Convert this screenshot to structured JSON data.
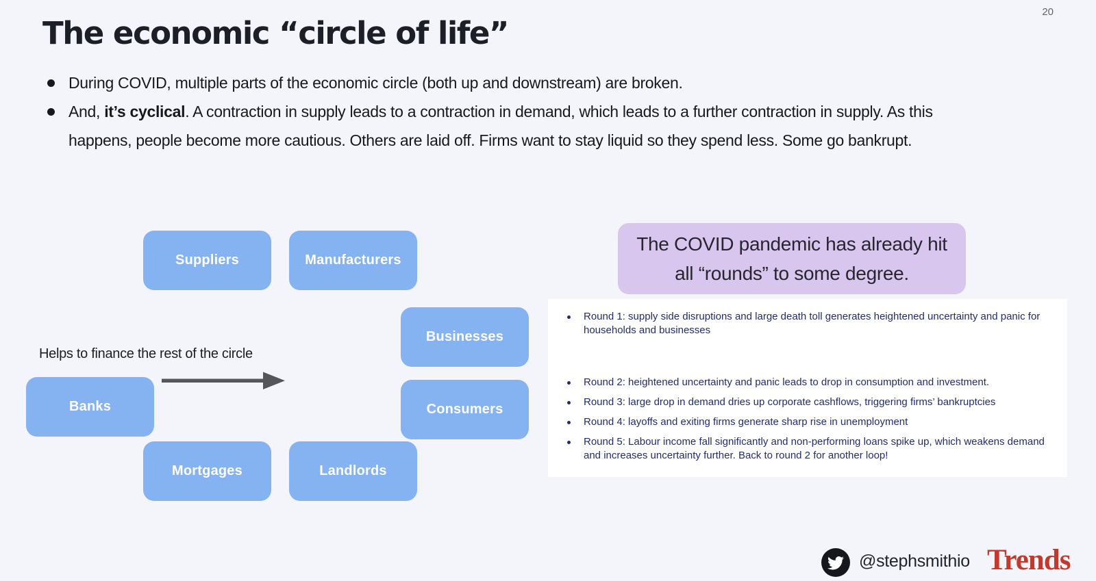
{
  "page_number": "20",
  "title": "The economic “circle of life”",
  "bullets": {
    "b1": "During COVID, multiple parts of the economic circle (both up and downstream) are broken.",
    "b2_prefix": "And, ",
    "b2_bold": "it’s cyclical",
    "b2_rest": ". A contraction in supply leads to a contraction in demand, which leads to a further contraction in supply. As this happens, people become more cautious. Others are laid off. Firms want to stay liquid so they spend less. Some go bankrupt."
  },
  "diagram": {
    "nodes": {
      "suppliers": "Suppliers",
      "manufacturers": "Manufacturers",
      "businesses": "Businesses",
      "consumers": "Consumers",
      "banks": "Banks",
      "mortgages": "Mortgages",
      "landlords": "Landlords"
    },
    "arrow_label": "Helps to finance the rest of the circle",
    "node_color": "#85b2f0",
    "arrow_color": "#55565a"
  },
  "callout": {
    "line1": "The COVID pandemic has already hit",
    "line2": "all “rounds” to some degree.",
    "bg_color": "#d8c6ef"
  },
  "rounds": [
    "Round 1: supply side disruptions and large death toll generates heightened uncertainty and panic for households and businesses",
    "Round 2: heightened uncertainty and panic leads to drop in consumption and investment.",
    "Round 3: large drop in demand dries up corporate cashflows, triggering firms’ bankruptcies",
    "Round 4: layoffs and exiting firms generate sharp rise in unemployment",
    "Round 5: Labour income fall significantly and non-performing loans spike up, which weakens demand and increases uncertainty further. Back to round 2 for another loop!"
  ],
  "rounds_text_color": "#222c6a",
  "footer": {
    "twitter_handle": "@stephsmithio",
    "brand": "Trends",
    "brand_color": "#c23a2d"
  }
}
